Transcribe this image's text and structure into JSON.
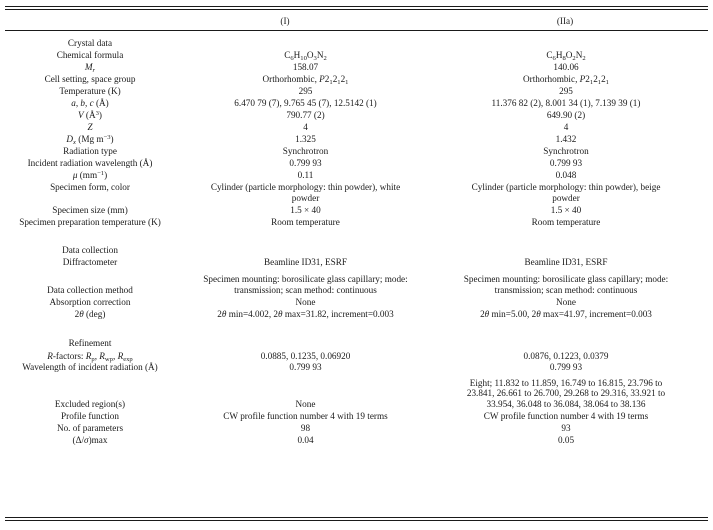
{
  "table": {
    "columns": [
      "(I)",
      "(IIa)"
    ],
    "sections": {
      "crystal": "Crystal data",
      "collection": "Data collection",
      "refinement": "Refinement"
    },
    "rows": {
      "formula_label": "Chemical formula",
      "formula_I": "C6H10O3N2",
      "formula_IIa": "C6H8O2N2",
      "mr_label": "Mr",
      "mr_I": "158.07",
      "mr_IIa": "140.06",
      "cell_label": "Cell setting, space group",
      "cell_I": "Orthorhombic, P212121",
      "cell_IIa": "Orthorhombic, P212121",
      "temp_label": "Temperature (K)",
      "temp_I": "295",
      "temp_IIa": "295",
      "abc_label": "a, b, c (Å)",
      "abc_I": "6.470 79 (7), 9.765 45 (7), 12.5142 (1)",
      "abc_IIa": "11.376 82 (2), 8.001 34 (1), 7.139 39 (1)",
      "v_label": "V (Å3)",
      "v_I": "790.77 (2)",
      "v_IIa": "649.90 (2)",
      "z_label": "Z",
      "z_I": "4",
      "z_IIa": "4",
      "dx_label": "Dx (Mg m−3)",
      "dx_I": "1.325",
      "dx_IIa": "1.432",
      "rad_label": "Radiation type",
      "rad_I": "Synchrotron",
      "rad_IIa": "Synchrotron",
      "wl_label": "Incident radiation wavelength (Å)",
      "wl_I": "0.799 93",
      "wl_IIa": "0.799 93",
      "mu_label": "μ (mm−1)",
      "mu_I": "0.11",
      "mu_IIa": "0.048",
      "form_label": "Specimen form, color",
      "form_I_1": "Cylinder (particle morphology: thin powder), white",
      "form_I_2": "powder",
      "form_IIa_1": "Cylinder (particle morphology: thin powder), beige",
      "form_IIa_2": "powder",
      "size_label": "Specimen size (mm)",
      "size_I": "1.5 × 40",
      "size_IIa": "1.5 × 40",
      "prep_label": "Specimen preparation temperature (K)",
      "prep_I": "Room temperature",
      "prep_IIa": "Room temperature",
      "diff_label": "Diffractometer",
      "diff_I": "Beamline ID31, ESRF",
      "diff_IIa": "Beamline ID31, ESRF",
      "method_label": "Data collection method",
      "method_I_1": "Specimen mounting: borosilicate glass capillary; mode:",
      "method_I_2": "transmission; scan method: continuous",
      "method_IIa_1": "Specimen mounting: borosilicate glass capillary; mode:",
      "method_IIa_2": "transmission; scan method: continuous",
      "abs_label": "Absorption correction",
      "abs_I": "None",
      "abs_IIa": "None",
      "theta_label": "2θ (deg)",
      "theta_I": "2θ min=4.002, 2θ max=31.82, increment=0.003",
      "theta_IIa": "2θ min=5.00, 2θ max=41.97, increment=0.003",
      "rf_label": "R-factors: Rp, Rwp, Rexp",
      "rf_I": "0.0885, 0.1235, 0.06920",
      "rf_IIa": "0.0876, 0.1223, 0.0379",
      "wl2_label": "Wavelength of incident radiation (Å)",
      "wl2_I": "0.799 93",
      "wl2_IIa": "0.799 93",
      "excl_label": "Excluded region(s)",
      "excl_I": "None",
      "excl_IIa_1": "Eight; 11.832 to 11.859, 16.749 to 16.815, 23.796 to",
      "excl_IIa_2": "23.841, 26.661 to 26.700, 29.268 to 29.316, 33.921 to",
      "excl_IIa_3": "33.954, 36.048 to 36.084, 38.064 to 38.136",
      "prof_label": "Profile function",
      "prof_I": "CW profile function number 4 with 19 terms",
      "prof_IIa": "CW profile function number 4 with 19 terms",
      "npar_label": "No. of parameters",
      "npar_I": "98",
      "npar_IIa": "93",
      "shift_label": "(Δ/σ)max",
      "shift_I": "0.04",
      "shift_IIa": "0.05"
    }
  }
}
